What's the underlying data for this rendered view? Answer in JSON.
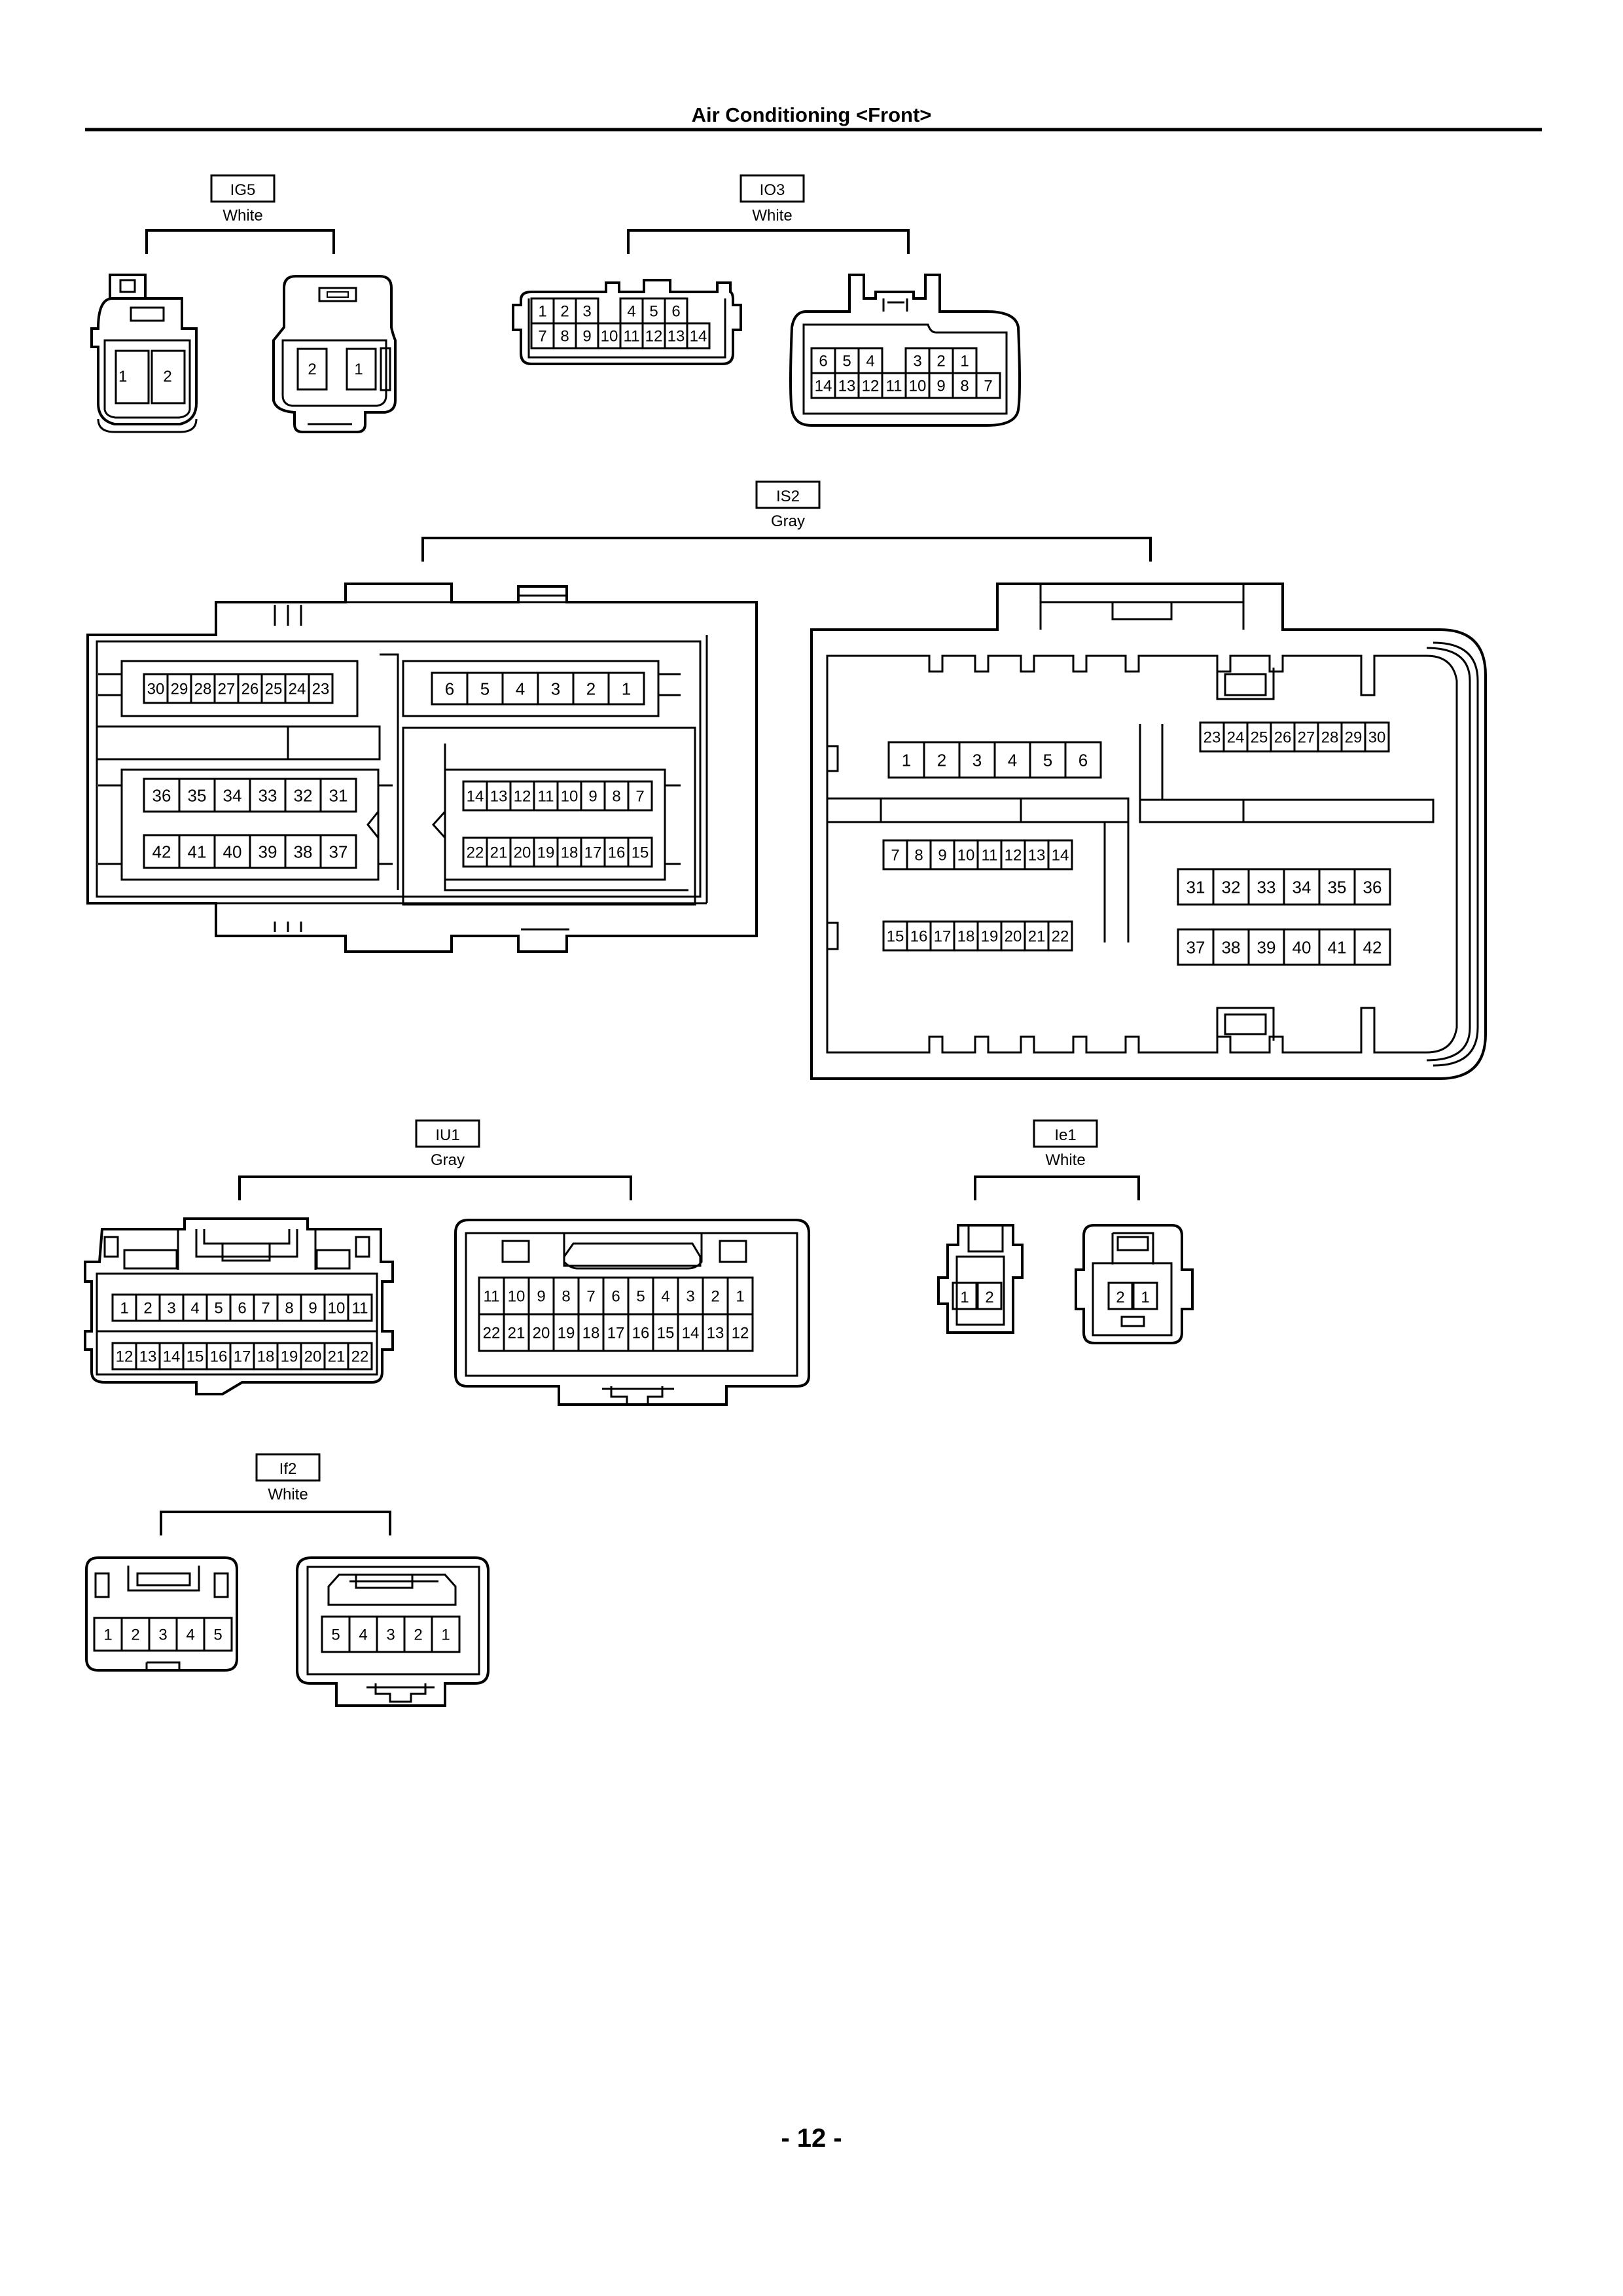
{
  "page": {
    "title": "Air Conditioning <Front>",
    "page_number": "- 12 -"
  },
  "connectors": {
    "IG5": {
      "code": "IG5",
      "color": "White",
      "male_pins": [
        "1",
        "2"
      ],
      "female_pins": [
        "2",
        "1"
      ]
    },
    "IO3": {
      "code": "IO3",
      "color": "White",
      "male_row1": [
        "1",
        "2",
        "3",
        "",
        "4",
        "5",
        "6"
      ],
      "male_row2": [
        "7",
        "8",
        "9",
        "10",
        "11",
        "12",
        "13",
        "14"
      ],
      "female_row1": [
        "6",
        "5",
        "4",
        "",
        "3",
        "2",
        "1"
      ],
      "female_row2": [
        "14",
        "13",
        "12",
        "11",
        "10",
        "9",
        "8",
        "7"
      ]
    },
    "IS2": {
      "code": "IS2",
      "color": "Gray",
      "male_a": [
        "30",
        "29",
        "28",
        "27",
        "26",
        "25",
        "24",
        "23"
      ],
      "male_b": [
        "6",
        "5",
        "4",
        "3",
        "2",
        "1"
      ],
      "male_c": [
        "36",
        "35",
        "34",
        "33",
        "32",
        "31"
      ],
      "male_d": [
        "42",
        "41",
        "40",
        "39",
        "38",
        "37"
      ],
      "male_e": [
        "14",
        "13",
        "12",
        "11",
        "10",
        "9",
        "8",
        "7"
      ],
      "male_f": [
        "22",
        "21",
        "20",
        "19",
        "18",
        "17",
        "16",
        "15"
      ],
      "female_a": [
        "1",
        "2",
        "3",
        "4",
        "5",
        "6"
      ],
      "female_b": [
        "23",
        "24",
        "25",
        "26",
        "27",
        "28",
        "29",
        "30"
      ],
      "female_c": [
        "7",
        "8",
        "9",
        "10",
        "11",
        "12",
        "13",
        "14"
      ],
      "female_d": [
        "31",
        "32",
        "33",
        "34",
        "35",
        "36"
      ],
      "female_e": [
        "15",
        "16",
        "17",
        "18",
        "19",
        "20",
        "21",
        "22"
      ],
      "female_f": [
        "37",
        "38",
        "39",
        "40",
        "41",
        "42"
      ]
    },
    "IU1": {
      "code": "IU1",
      "color": "Gray",
      "male_row1": [
        "1",
        "2",
        "3",
        "4",
        "5",
        "6",
        "7",
        "8",
        "9",
        "10",
        "11"
      ],
      "male_row2": [
        "12",
        "13",
        "14",
        "15",
        "16",
        "17",
        "18",
        "19",
        "20",
        "21",
        "22"
      ],
      "female_row1": [
        "11",
        "10",
        "9",
        "8",
        "7",
        "6",
        "5",
        "4",
        "3",
        "2",
        "1"
      ],
      "female_row2": [
        "22",
        "21",
        "20",
        "19",
        "18",
        "17",
        "16",
        "15",
        "14",
        "13",
        "12"
      ]
    },
    "Ie1": {
      "code": "Ie1",
      "color": "White",
      "male_pins": [
        "1",
        "2"
      ],
      "female_pins": [
        "2",
        "1"
      ]
    },
    "If2": {
      "code": "If2",
      "color": "White",
      "male_pins": [
        "1",
        "2",
        "3",
        "4",
        "5"
      ],
      "female_pins": [
        "5",
        "4",
        "3",
        "2",
        "1"
      ]
    }
  }
}
